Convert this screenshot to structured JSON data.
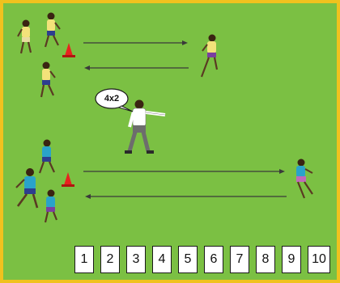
{
  "field": {
    "grass_color": "#7bc043",
    "border_color": "#f0c21e"
  },
  "callout": {
    "text": "4x2"
  },
  "number_cards": [
    "1",
    "2",
    "3",
    "4",
    "5",
    "6",
    "7",
    "8",
    "9",
    "10"
  ],
  "icons": {
    "cone": "cone-icon",
    "arrow_right": "arrow-right-icon",
    "arrow_left": "arrow-left-icon",
    "speech_bubble": "speech-bubble-icon"
  }
}
